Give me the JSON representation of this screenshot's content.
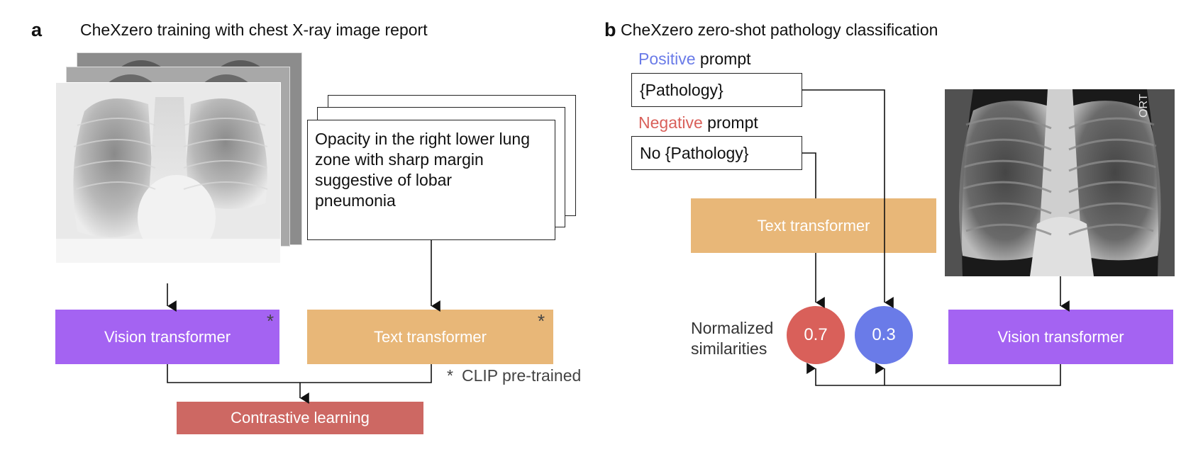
{
  "panel_a": {
    "letter": "a",
    "title": "CheXzero training with chest X-ray image report",
    "report_text": [
      "Opacity in the right lower lung",
      "zone with sharp margin",
      "suggestive of lobar",
      "pneumonia"
    ],
    "vision_block": "Vision transformer",
    "text_block": "Text transformer",
    "star": "*",
    "clip_note_star": "*",
    "clip_note": "CLIP pre-trained",
    "contrastive_block": "Contrastive learning"
  },
  "panel_b": {
    "letter": "b",
    "title": "CheXzero zero-shot pathology classification",
    "positive_word": "Positive",
    "positive_suffix": " prompt",
    "positive_box": "{Pathology}",
    "negative_word": "Negative",
    "negative_suffix": " prompt",
    "negative_box": "No {Pathology}",
    "text_block": "Text transformer",
    "vision_block": "Vision transformer",
    "similarity_label": [
      "Normalized",
      "similarities"
    ],
    "neg_score": "0.7",
    "pos_score": "0.3",
    "xray_marker": "ORT"
  },
  "colors": {
    "vision": "#a463f2",
    "text": "#e8b778",
    "contrastive": "#cd6863",
    "positive": "#6a7be8",
    "negative": "#d9605a",
    "neg_circle": "#d9605a",
    "pos_circle": "#6a7be8"
  }
}
